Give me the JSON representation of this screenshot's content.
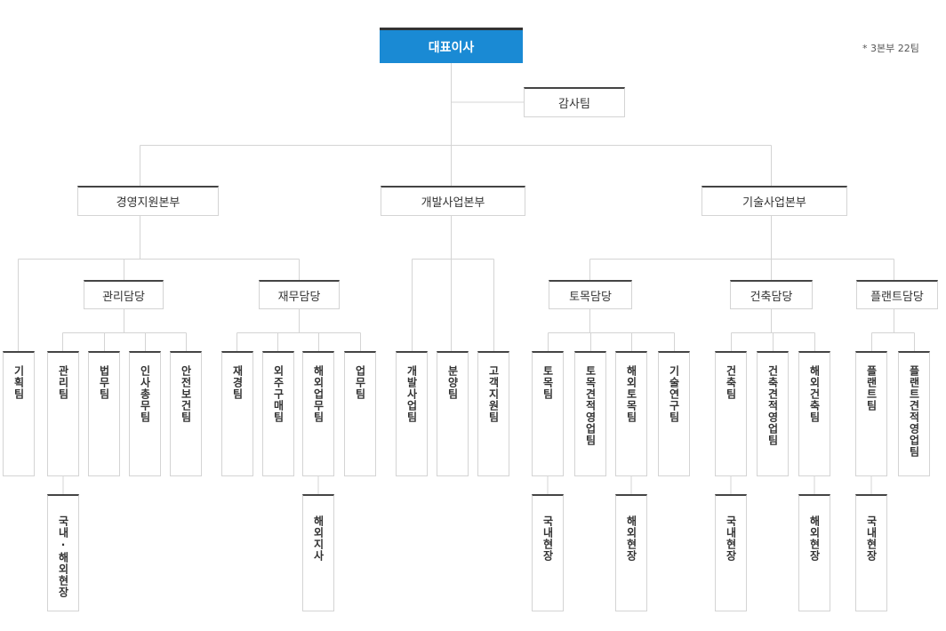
{
  "note": "* 3본부 22팀",
  "ceo": "대표이사",
  "audit": "감사팀",
  "divisions": [
    "경영지원본부",
    "개발사업본부",
    "기술사업본부"
  ],
  "depts": [
    "관리담당",
    "재무담당",
    "토목담당",
    "건축담당",
    "플랜트담당"
  ],
  "teams": [
    "기획팀",
    "관리팀",
    "법무팀",
    "인사총무팀",
    "안전보건팀",
    "재경팀",
    "외주구매팀",
    "해외업무팀",
    "업무팀",
    "개발사업팀",
    "분양팀",
    "고객지원팀",
    "토목팀",
    "토목견적영업팀",
    "해외토목팀",
    "기술연구팀",
    "건축팀",
    "건축견적영업팀",
    "해외건축팀",
    "플랜트팀",
    "플랜트견적영업팀"
  ],
  "sites": [
    "국내·해외현장",
    "해외지사",
    "국내현장",
    "해외현장",
    "국내현장",
    "해외현장",
    "국내현장"
  ],
  "colors": {
    "ceo": "#1a8ad4",
    "line": "#d4d4d4",
    "border_top": "#444444"
  }
}
